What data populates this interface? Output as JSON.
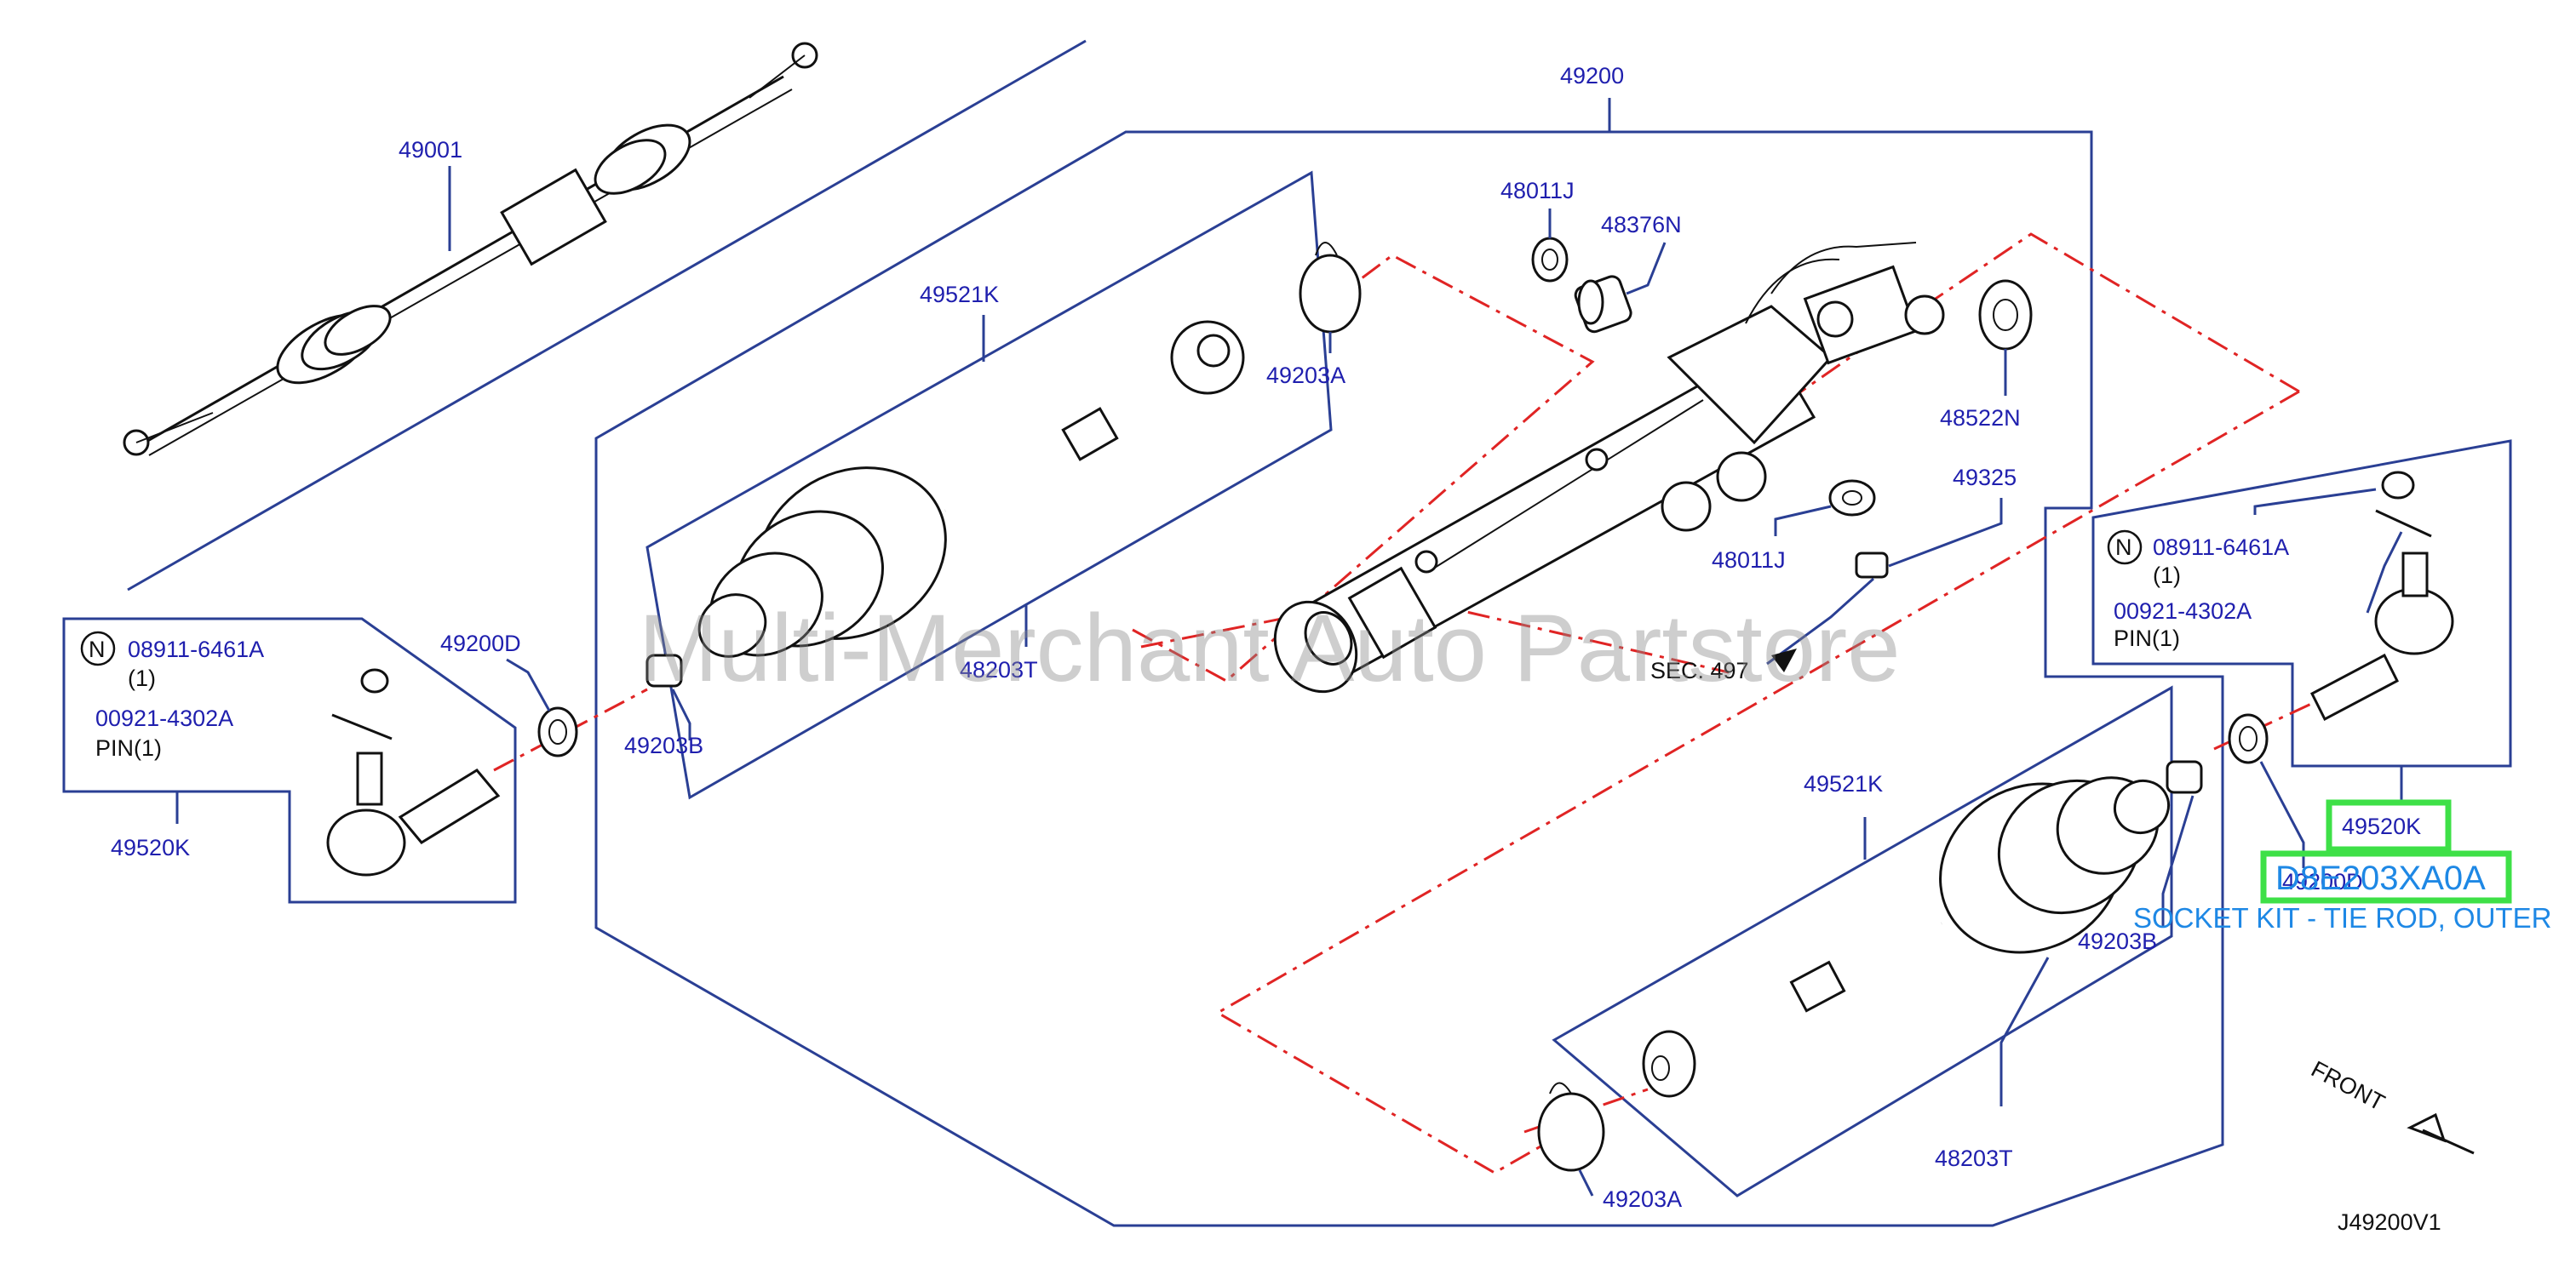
{
  "watermark": "Multi-Merchant Auto Partstore",
  "labels": {
    "l49200": "49200",
    "l49001": "49001",
    "l48011J_top": "48011J",
    "l48376N": "48376N",
    "l49521K_top": "49521K",
    "l49203A_top": "49203A",
    "l48522N": "48522N",
    "l49325": "49325",
    "l48011J_mid": "48011J",
    "l49200D_left": "49200D",
    "l48203T_top": "48203T",
    "l49203B_left": "49203B",
    "l49520K_left": "49520K",
    "l08911_left": "08911-6461A",
    "l08911_left_qty": "(1)",
    "l00921_left": "00921-4302A",
    "l_pin_left": "PIN(1)",
    "l08911_right": "08911-6461A",
    "l08911_right_qty": "(1)",
    "l00921_right": "00921-4302A",
    "l_pin_right": "PIN(1)",
    "l49520K_right": "49520K",
    "l49200D_right": "49200D",
    "l49521K_bottom": "49521K",
    "l49203B_right": "49203B",
    "l48203T_bottom": "48203T",
    "l49203A_bottom": "49203A",
    "sec_ref": "SEC. 497",
    "front": "FRONT",
    "diagram_code": "J49200V1",
    "n_symbol": "N"
  },
  "highlight": {
    "part_number": "D8E203XA0A",
    "description": "SOCKET KIT - TIE ROD, OUTER",
    "highlighted_callout": "49520K",
    "color": "#3ee047",
    "text_color": "#1e88e5"
  },
  "colors": {
    "leader": "#2a3f94",
    "label": "#1f1fae",
    "explode_line": "#e02424"
  }
}
